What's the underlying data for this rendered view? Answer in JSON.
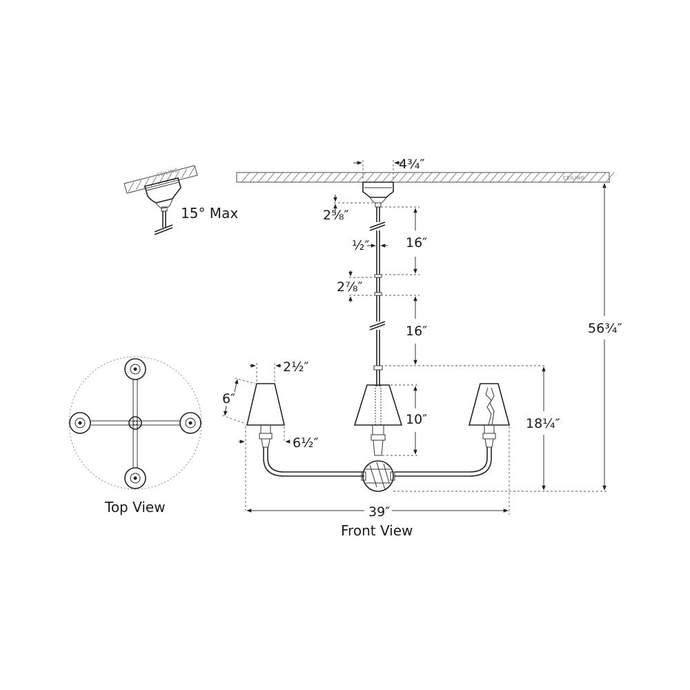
{
  "ceiling_label": "CEILING",
  "views": {
    "top": "Top View",
    "front": "Front View"
  },
  "angle": "15° Max",
  "dimensions": {
    "canopy_width": "4¾″",
    "canopy_height": "2⅝″",
    "stem_diameter": "½″",
    "stem_upper": "16″",
    "coupling": "2⅞″",
    "stem_lower": "16″",
    "shade_top": "2½″",
    "shade_height": "6″",
    "shade_bottom": "6½″",
    "center_shade": "10″",
    "body_height": "18¼″",
    "overall_height": "56¾″",
    "overall_width": "39″"
  }
}
